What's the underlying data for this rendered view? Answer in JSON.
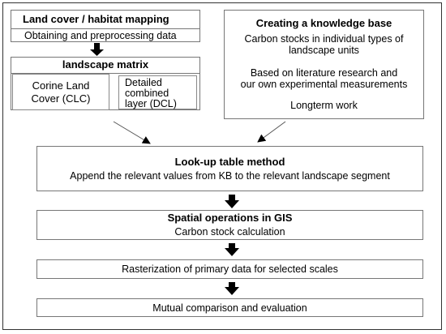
{
  "land_cover": {
    "title": "Land cover / habitat mapping",
    "subtitle": "Obtaining and preprocessing data"
  },
  "landscape_matrix": {
    "title": "landscape matrix",
    "clc_line1": "Corine Land",
    "clc_line2": "Cover (CLC)",
    "dcl_line1": "Detailed",
    "dcl_line2": "combined",
    "dcl_line3": "layer (DCL)"
  },
  "knowledge_base": {
    "title": "Creating a knowledge base",
    "line1": "Carbon stocks in individual types of",
    "line2": "landscape units",
    "line3": "Based on literature research and",
    "line4": "our own experimental measurements",
    "line5": "Longterm work"
  },
  "lookup": {
    "title": "Look-up table method",
    "text": "Append the relevant values from KB to the relevant landscape segment"
  },
  "spatial": {
    "title": "Spatial operations in GIS",
    "text": "Carbon stock calculation"
  },
  "rasterization": {
    "text": "Rasterization of primary data for selected scales"
  },
  "comparison": {
    "text": "Mutual comparison and evaluation"
  }
}
